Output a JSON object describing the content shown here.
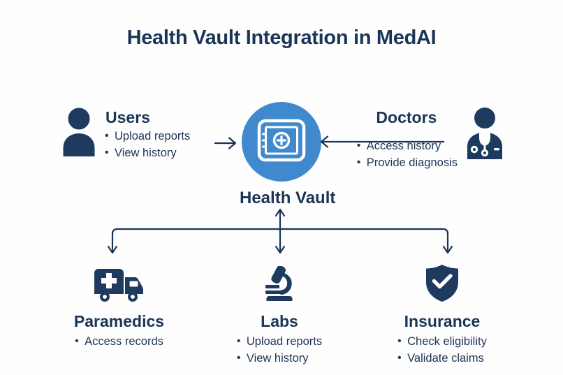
{
  "page": {
    "title": "Health Vault Integration in MedAI",
    "background_color": "#fefefe",
    "navy": "#1b3556",
    "accent_blue": "#4189ce"
  },
  "center": {
    "label": "Health Vault",
    "icon": "vault-safe-icon"
  },
  "top_row": {
    "users": {
      "heading": "Users",
      "icon": "person-icon",
      "bullets": [
        "Upload reports",
        "View history"
      ],
      "arrow": "arrow-right-icon"
    },
    "doctors": {
      "heading": "Doctors",
      "icon": "doctor-icon",
      "bullets": [
        "Access history",
        "Provide diagnosis"
      ],
      "arrow": "arrow-left-icon"
    }
  },
  "bottom_row": [
    {
      "heading": "Paramedics",
      "icon": "ambulance-icon",
      "bullets": [
        "Access records"
      ]
    },
    {
      "heading": "Labs",
      "icon": "microscope-icon",
      "bullets": [
        "Upload reports",
        "View history"
      ]
    },
    {
      "heading": "Insurance",
      "icon": "shield-check-icon",
      "bullets": [
        "Check eligibility",
        "Validate claims"
      ]
    }
  ],
  "connector": {
    "name": "branching-connector",
    "description": "horizontal bar from center vault branching down to three bottom nodes"
  }
}
